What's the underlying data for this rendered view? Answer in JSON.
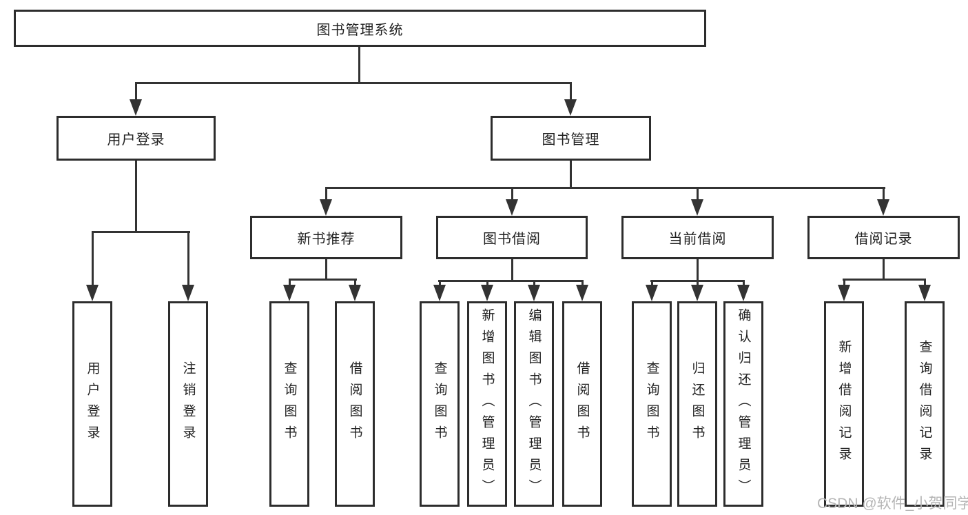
{
  "tree": {
    "root": {
      "label": "图书管理系统"
    },
    "level2": [
      {
        "label": "用户登录"
      },
      {
        "label": "图书管理"
      }
    ],
    "level3": [
      {
        "label": "新书推荐"
      },
      {
        "label": "图书借阅"
      },
      {
        "label": "当前借阅"
      },
      {
        "label": "借阅记录"
      }
    ],
    "leaves": {
      "user_login": [
        "用户登录",
        "注销登录"
      ],
      "new_books": [
        "查询图书",
        "借阅图书"
      ],
      "book_borrow": [
        "查询图书",
        "新增图书（管理员）",
        "编辑图书（管理员）",
        "借阅图书"
      ],
      "current_borrow": [
        "查询图书",
        "归还图书",
        "确认归还（管理员）"
      ],
      "borrow_records": [
        "新增借阅记录",
        "查询借阅记录"
      ]
    }
  },
  "watermark": "CSDN @软件_小贺同学",
  "colors": {
    "line": "#333333",
    "box_border": "#2d2d2d",
    "text": "#212121",
    "background": "#ffffff",
    "watermark": "#b5b5b5"
  }
}
